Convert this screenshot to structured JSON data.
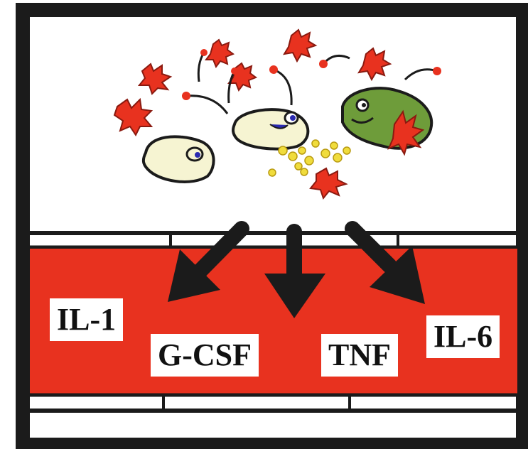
{
  "diagram": {
    "colors": {
      "vessel": "#e8321f",
      "frame": "#1b1b1b",
      "macrophage_fill": "#f6f4d2",
      "bacterium_fill": "#6e9c3a",
      "inflammatory_particle": "#e8321f",
      "granule": "#f0dc3c",
      "nucleus": "#2a2ab0"
    },
    "labels": {
      "il1": "IL-1",
      "gcsf": "G-CSF",
      "tnf": "TNF",
      "il6": "IL-6"
    }
  }
}
